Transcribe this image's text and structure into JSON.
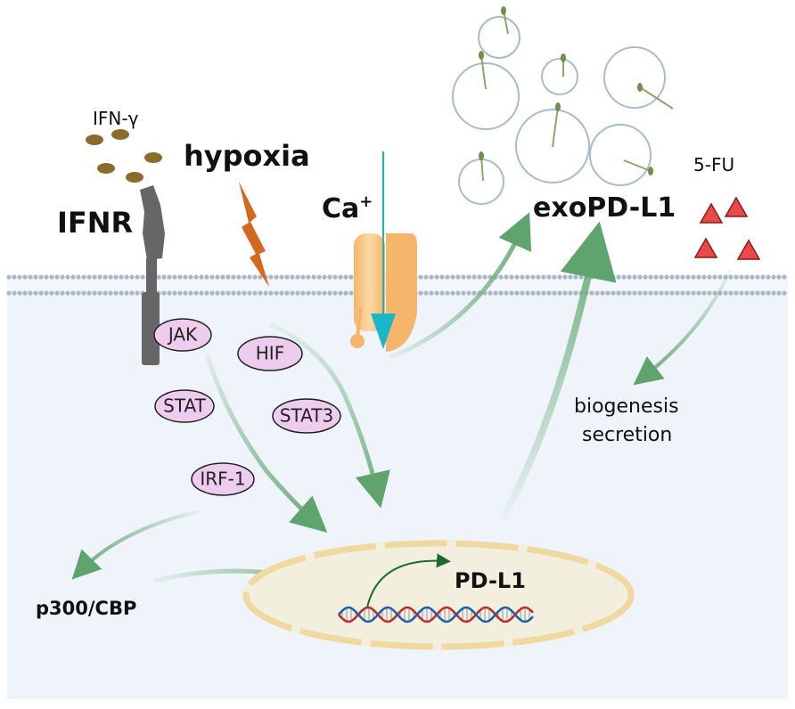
{
  "labels": {
    "ifn_gamma": "IFN-γ",
    "hypoxia": "hypoxia",
    "ifnr": "IFNR",
    "calcium": "Ca",
    "calcium_sup": "+",
    "exo_pdl1": "exoPD-L1",
    "five_fu": "5-FU",
    "biogenesis": "biogenesis",
    "secretion": "secretion",
    "p300_cbp": "p300/CBP",
    "pd_l1": "PD-L1"
  },
  "signal_nodes": {
    "jak": "JAK",
    "stat": "STAT",
    "irf1": "IRF-1",
    "hif": "HIF",
    "stat3": "STAT3"
  },
  "colors": {
    "cytoplasm": "#eef4fa",
    "membrane": "#a9b8c9",
    "arrow_green": "#6fae7c",
    "oval_fill": "#eeccee",
    "nucleus": "#f3efdf",
    "lightning": "#d2691e",
    "channel": "#f7c98a",
    "calcium_arrow": "#19b6c9",
    "triangle": "#e84a4a",
    "ifn_particle": "#8b6a2a",
    "receptor": "#666666",
    "dna_red": "#c62828",
    "dna_blue": "#1f5fa8"
  }
}
